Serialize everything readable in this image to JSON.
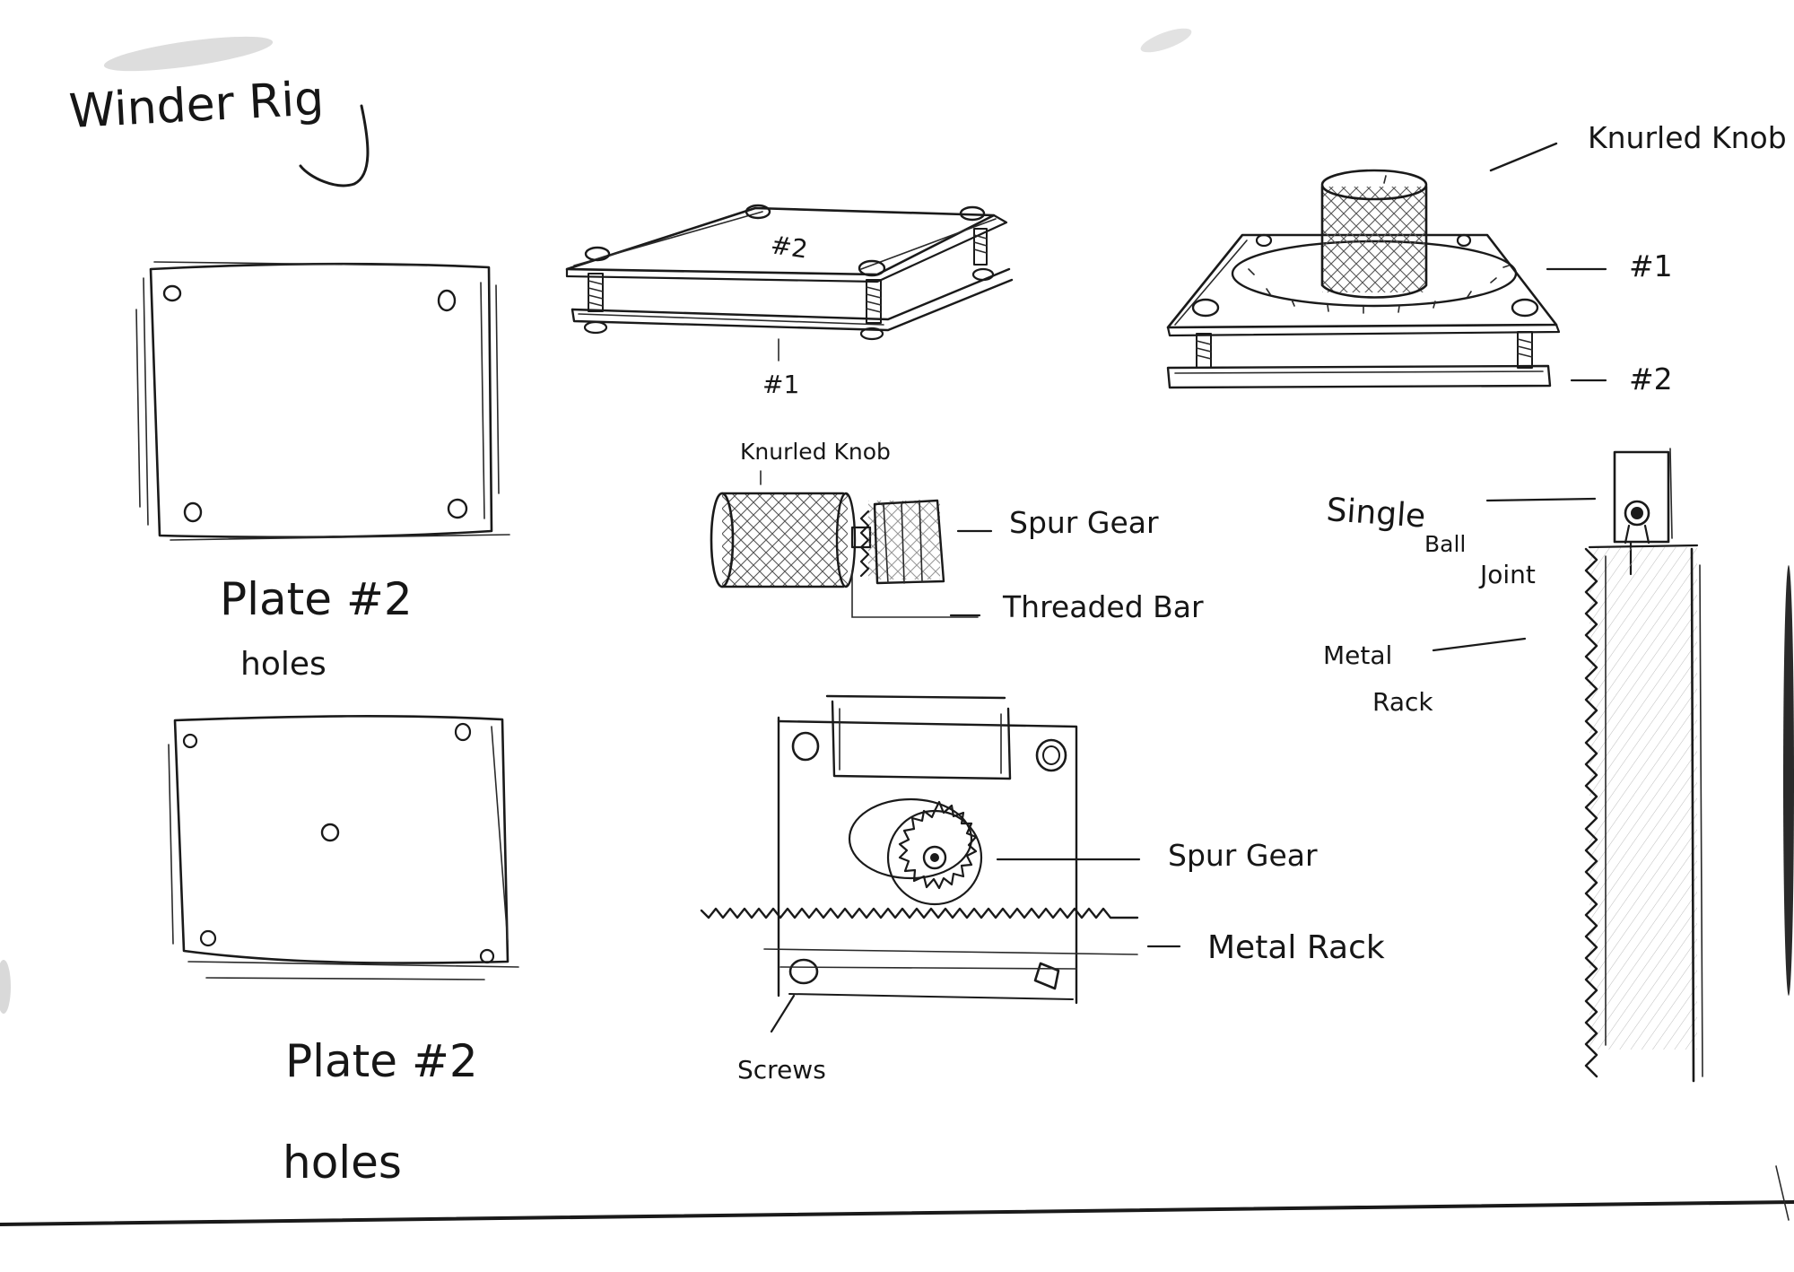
{
  "sheet": {
    "title": "Winder Rig",
    "plates": {
      "top_label": "Plate #2",
      "top_sublabel": "holes",
      "bottom_label": "Plate #2",
      "bottom_sublabel": "holes"
    },
    "assembly_iso": {
      "plate_top_tag": "#2",
      "plate_bottom_tag": "#1"
    },
    "assembly_knob": {
      "knob_label": "Knurled Knob",
      "plate_1": "#1",
      "plate_2": "#2"
    },
    "gear_shaft": {
      "knob_label": "Knurled Knob",
      "gear_label": "Spur Gear",
      "bar_label": "Threaded Bar"
    },
    "rack_pinion": {
      "gear_label": "Spur Gear",
      "rack_label": "Metal Rack",
      "screws_label": "Screws"
    },
    "vertical_rack": {
      "joint_label_1": "Single",
      "joint_label_2": "Ball",
      "joint_label_3": "Joint",
      "rack_label_1": "Metal",
      "rack_label_2": "Rack"
    }
  }
}
